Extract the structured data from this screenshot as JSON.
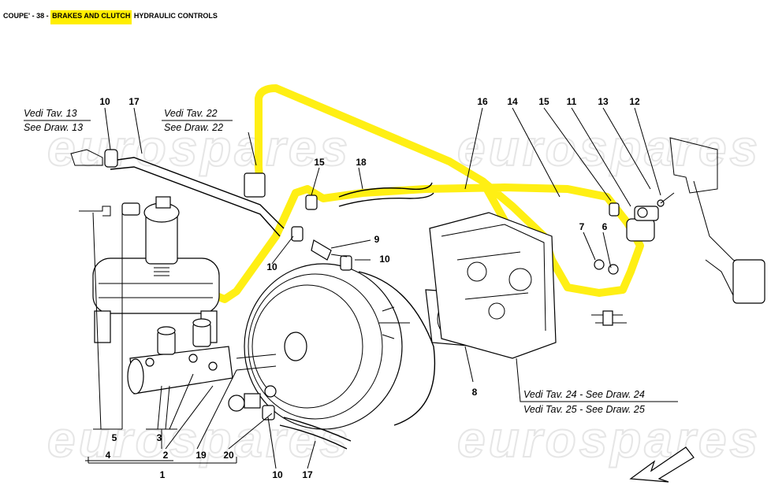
{
  "header": {
    "prefix": "COUPE' - 38 - ",
    "highlight": "BRAKES AND CLUTCH",
    "suffix": " HYDRAULIC CONTROLS"
  },
  "watermark": "eurospares",
  "references": {
    "draw13_it": "Vedi Tav. 13",
    "draw13_en": "See Draw. 13",
    "draw22_it": "Vedi Tav. 22",
    "draw22_en": "See Draw. 22",
    "draw24": "Vedi Tav. 24 - See Draw. 24",
    "draw25": "Vedi Tav. 25 - See Draw. 25"
  },
  "callouts": {
    "c10a": "10",
    "c17a": "17",
    "c16": "16",
    "c14": "14",
    "c15a": "15",
    "c11": "11",
    "c13": "13",
    "c12": "12",
    "c15b": "15",
    "c18": "18",
    "c9": "9",
    "c10b": "10",
    "c10c": "10",
    "c7": "7",
    "c6": "6",
    "c8": "8",
    "c5": "5",
    "c4": "4",
    "c3": "3",
    "c2": "2",
    "c19": "19",
    "c20": "20",
    "c1": "1",
    "c10d": "10",
    "c17b": "17"
  },
  "colors": {
    "highlight": "#ffee00",
    "line": "#000000",
    "watermark": "#e6e6e6"
  }
}
